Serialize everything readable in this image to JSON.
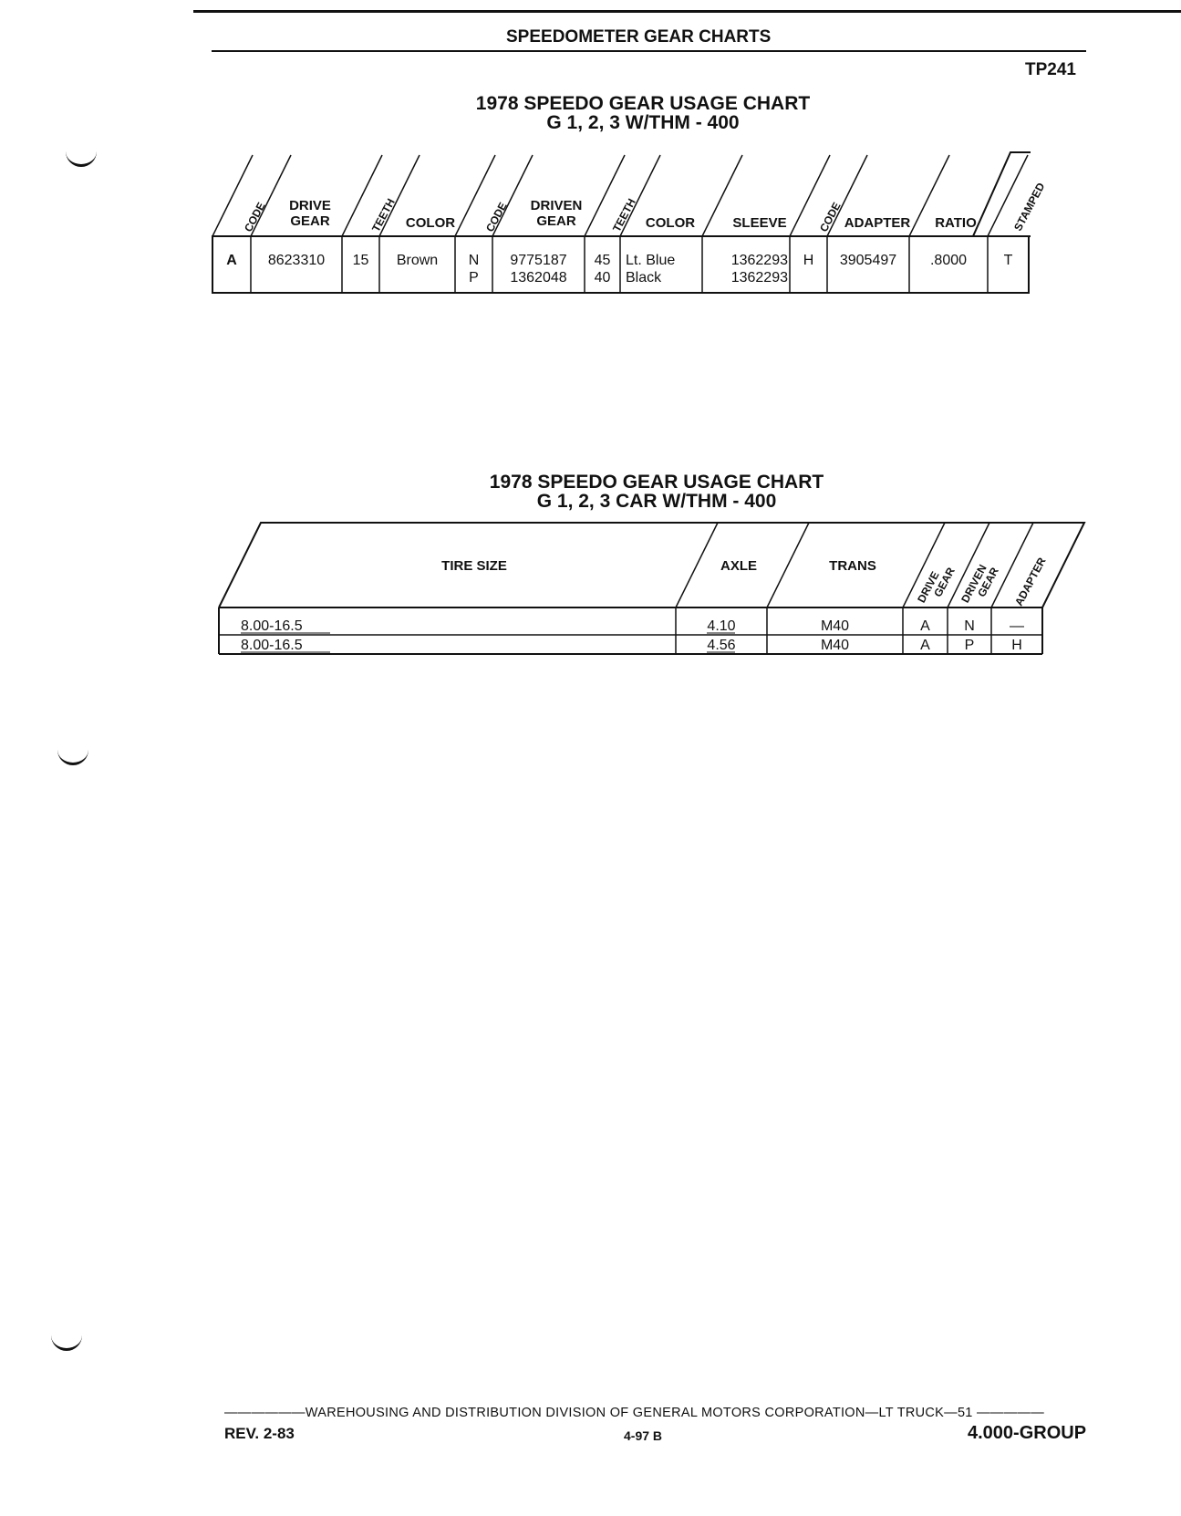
{
  "header": {
    "title": "SPEEDOMETER GEAR CHARTS",
    "code": "TP241"
  },
  "table1": {
    "title_line1": "1978 SPEEDO GEAR USAGE CHART",
    "title_line2": "G 1, 2, 3 W/THM - 400",
    "headers": {
      "code1": "CODE",
      "drive_gear_1": "DRIVE",
      "drive_gear_2": "GEAR",
      "teeth1": "TEETH",
      "color1": "COLOR",
      "code2": "CODE",
      "driven_gear_1": "DRIVEN",
      "driven_gear_2": "GEAR",
      "teeth2": "TEETH",
      "color2": "COLOR",
      "sleeve": "SLEEVE",
      "code3": "CODE",
      "adapter": "ADAPTER",
      "ratio": "RATIO",
      "stamped": "STAMPED"
    },
    "row": {
      "code": "A",
      "drive_gear": "8623310",
      "teeth": "15",
      "color": "Brown",
      "driven_code_1": "N",
      "driven_code_2": "P",
      "driven_gear_1": "9775187",
      "driven_gear_2": "1362048",
      "driven_teeth_1": "45",
      "driven_teeth_2": "40",
      "driven_color_1": "Lt. Blue",
      "driven_color_2": "Black",
      "sleeve_1": "1362293",
      "sleeve_2": "1362293",
      "adapter_code": "H",
      "adapter": "3905497",
      "ratio": ".8000",
      "stamped": "T"
    }
  },
  "table2": {
    "title_line1": "1978 SPEEDO GEAR USAGE CHART",
    "title_line2": "G 1, 2, 3 CAR W/THM - 400",
    "headers": {
      "tire_size": "TIRE SIZE",
      "axle": "AXLE",
      "trans": "TRANS",
      "drive_gear_1": "DRIVE",
      "drive_gear_2": "GEAR",
      "driven_gear_1": "DRIVEN",
      "driven_gear_2": "GEAR",
      "adapter": "ADAPTER"
    },
    "rows": [
      {
        "tire": "8.00-16.5",
        "axle": "4.10",
        "trans": "M40",
        "drive": "A",
        "driven": "N",
        "adapter": "—"
      },
      {
        "tire": "8.00-16.5",
        "axle": "4.56",
        "trans": "M40",
        "drive": "A",
        "driven": "P",
        "adapter": "H"
      }
    ]
  },
  "footer": {
    "line": "——————WAREHOUSING AND DISTRIBUTION  DIVISION OF GENERAL MOTORS CORPORATION—LT TRUCK—51 —————",
    "rev": "REV. 2-83",
    "page": "4-97  B",
    "group": "4.000-GROUP"
  }
}
